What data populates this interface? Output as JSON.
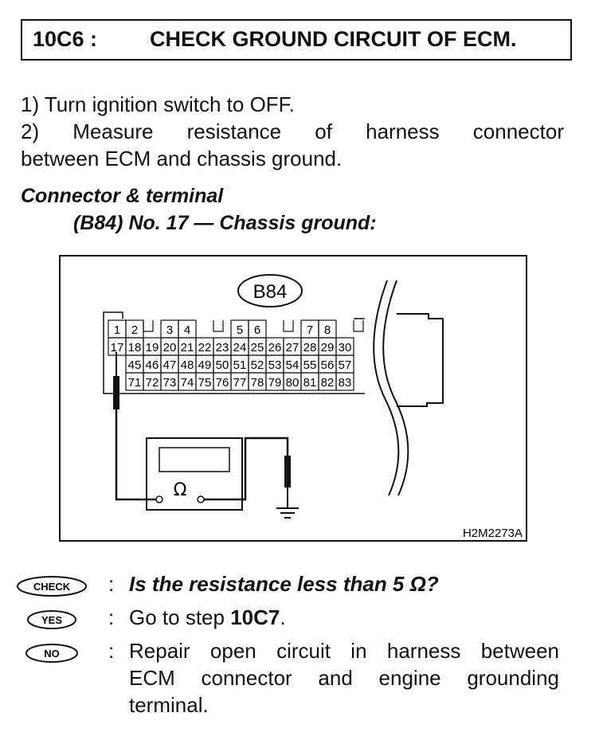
{
  "title": {
    "code": "10C6 :",
    "text": "CHECK GROUND CIRCUIT OF ECM."
  },
  "steps": {
    "step1": "1) Turn ignition switch to OFF.",
    "step2_line1": "2) Measure resistance of harness connector",
    "step2_line2": "between ECM and chassis ground."
  },
  "connector_heading": {
    "line1": "Connector & terminal",
    "line2": "(B84) No. 17 — Chassis ground:"
  },
  "figure": {
    "connector_label": "B84",
    "top_pins": [
      "1",
      "2",
      "3",
      "4",
      "5",
      "6",
      "7",
      "8"
    ],
    "row2": [
      "17",
      "18",
      "19",
      "20",
      "21",
      "22",
      "23",
      "24",
      "25",
      "26",
      "27",
      "28",
      "29",
      "30"
    ],
    "row3": [
      "45",
      "46",
      "47",
      "48",
      "49",
      "50",
      "51",
      "52",
      "53",
      "54",
      "55",
      "56",
      "57"
    ],
    "row4": [
      "71",
      "72",
      "73",
      "74",
      "75",
      "76",
      "77",
      "78",
      "79",
      "80",
      "81",
      "82",
      "83"
    ],
    "meter_symbol": "Ω",
    "figure_code": "H2M2273A"
  },
  "check": {
    "badge_check": "CHECK",
    "badge_yes": "YES",
    "badge_no": "NO",
    "colon": ":",
    "question": "Is the resistance less than 5 Ω?",
    "yes_prefix": "Go to step ",
    "yes_step": "10C7",
    "yes_suffix": ".",
    "no_line1": "Repair open circuit in harness between",
    "no_line2": "ECM connector and engine grounding",
    "no_line3": "terminal."
  }
}
